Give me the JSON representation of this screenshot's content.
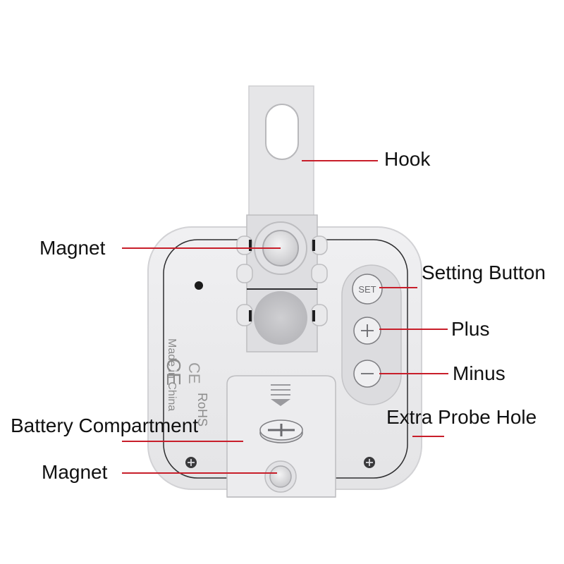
{
  "callouts": {
    "hook": "Hook",
    "magnet_top": "Magnet",
    "setting_button": "Setting Button",
    "plus": "Plus",
    "minus": "Minus",
    "extra_probe_hole": "Extra Probe Hole",
    "battery_compartment": "Battery Compartment",
    "magnet_bottom": "Magnet"
  },
  "device": {
    "set_button_text": "SET",
    "ce_mark": "CE",
    "ce_mark_2": "CE",
    "made_in": "Made in China",
    "rohs": "RoHS"
  },
  "colors": {
    "callout_line": "#c81e2a",
    "device_body": "#e9e9eb",
    "device_edge": "#c9c9cc"
  }
}
